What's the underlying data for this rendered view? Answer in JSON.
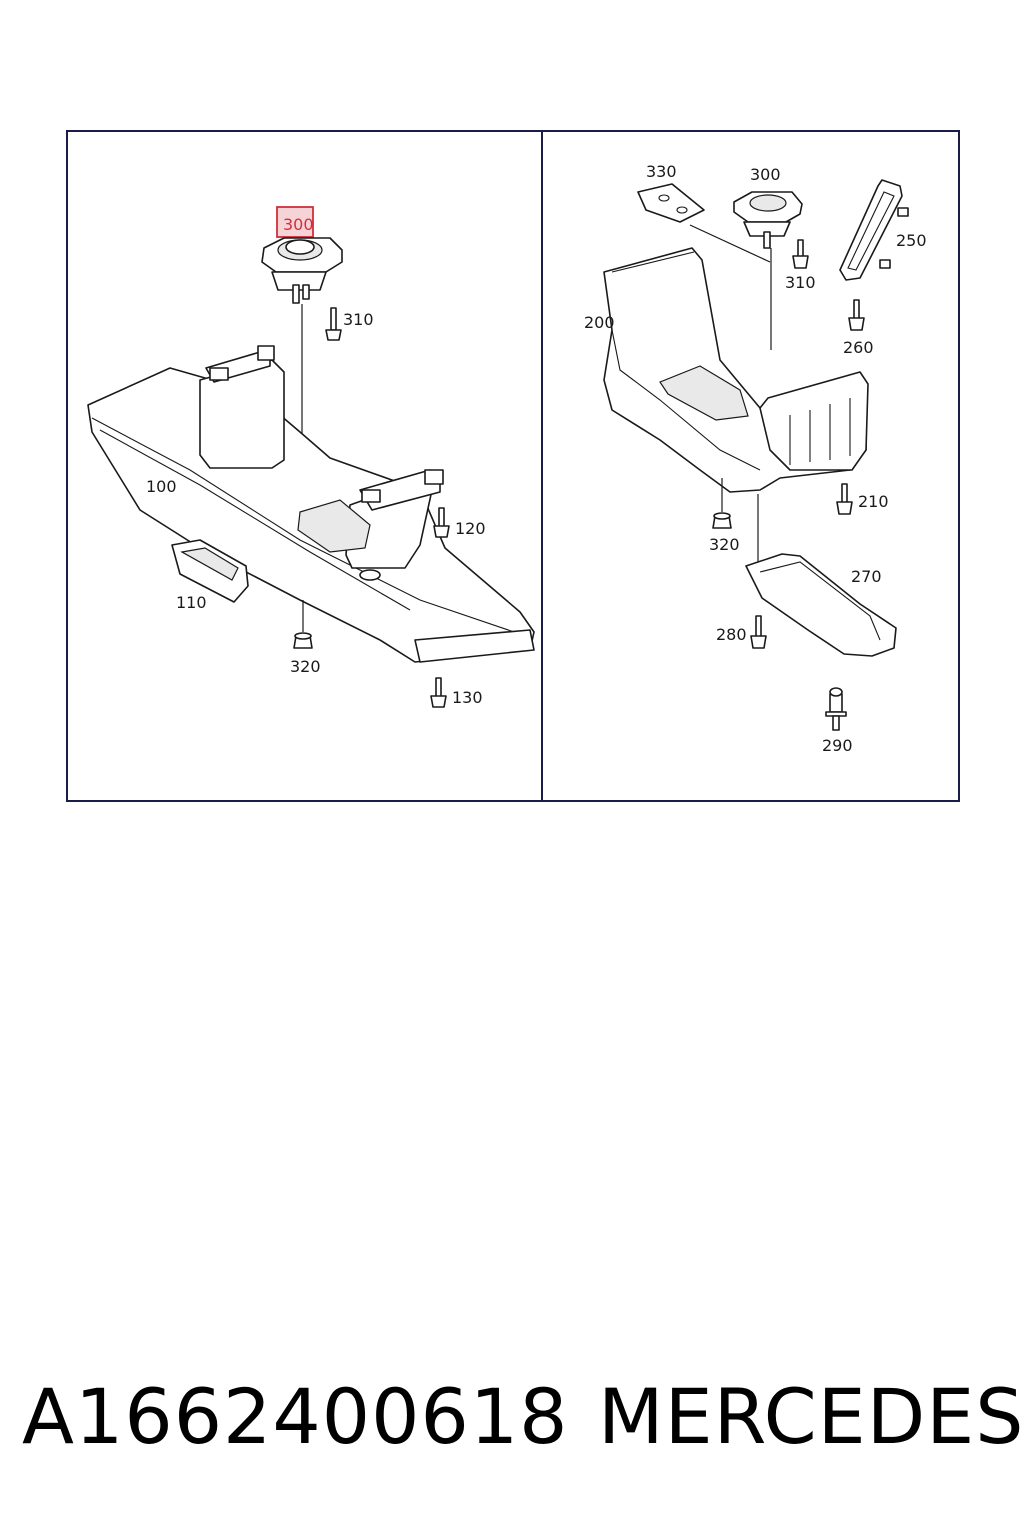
{
  "diagram": {
    "left_panel_callouts": [
      "300",
      "310",
      "100",
      "120",
      "110",
      "320",
      "130"
    ],
    "right_panel_callouts": [
      "330",
      "300",
      "250",
      "310",
      "200",
      "260",
      "210",
      "320",
      "270",
      "280",
      "290"
    ],
    "highlighted_callout": "300",
    "colors": {
      "line": "#1a1a1a",
      "frame": "#1c1c48",
      "highlight": "#d0303b",
      "highlight_fill": "#f6d3d6"
    }
  },
  "caption": {
    "part_number": "A1662400618",
    "brand": "MERCEDES"
  }
}
